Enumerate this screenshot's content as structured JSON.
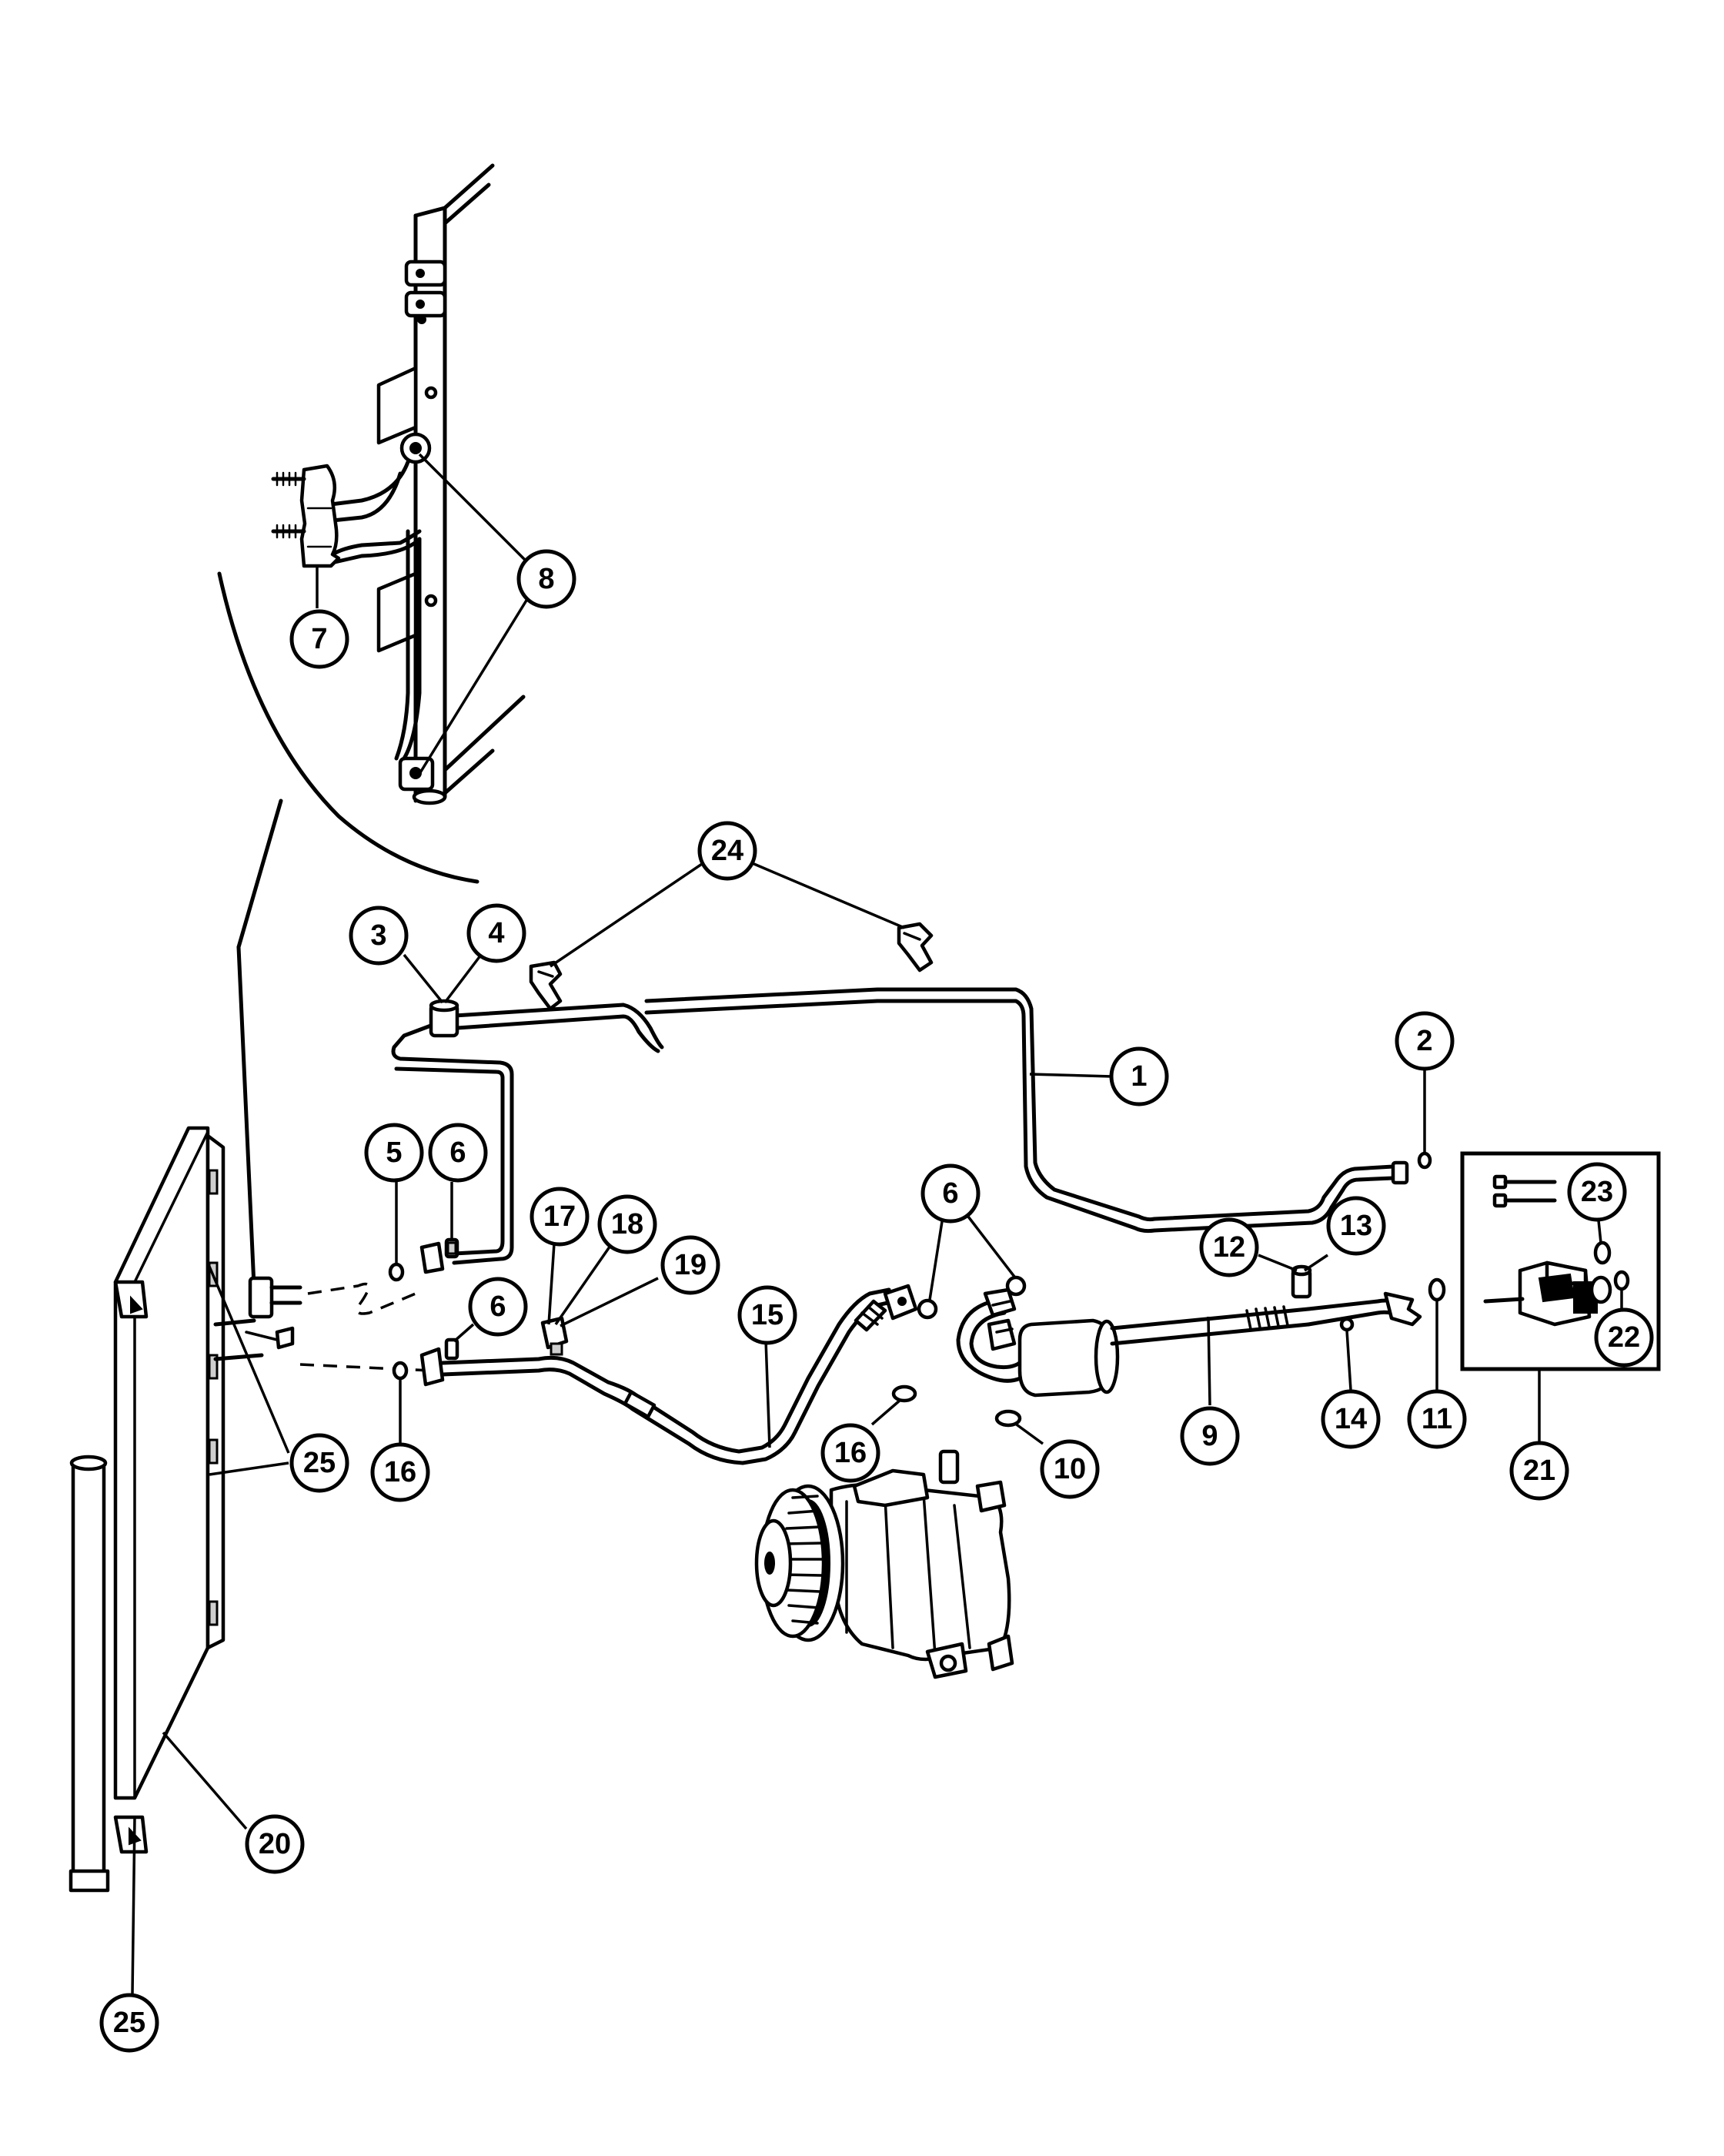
{
  "callouts": [
    {
      "id": "c1",
      "label": "1"
    },
    {
      "id": "c2",
      "label": "2"
    },
    {
      "id": "c3",
      "label": "3"
    },
    {
      "id": "c4",
      "label": "4"
    },
    {
      "id": "c5",
      "label": "5"
    },
    {
      "id": "c6a",
      "label": "6"
    },
    {
      "id": "c6b",
      "label": "6"
    },
    {
      "id": "c6c",
      "label": "6"
    },
    {
      "id": "c7",
      "label": "7"
    },
    {
      "id": "c8",
      "label": "8"
    },
    {
      "id": "c9",
      "label": "9"
    },
    {
      "id": "c10",
      "label": "10"
    },
    {
      "id": "c11",
      "label": "11"
    },
    {
      "id": "c12",
      "label": "12"
    },
    {
      "id": "c13",
      "label": "13"
    },
    {
      "id": "c14",
      "label": "14"
    },
    {
      "id": "c15",
      "label": "15"
    },
    {
      "id": "c16a",
      "label": "16"
    },
    {
      "id": "c16b",
      "label": "16"
    },
    {
      "id": "c17",
      "label": "17"
    },
    {
      "id": "c18",
      "label": "18"
    },
    {
      "id": "c19",
      "label": "19"
    },
    {
      "id": "c20",
      "label": "20"
    },
    {
      "id": "c21",
      "label": "21"
    },
    {
      "id": "c22",
      "label": "22"
    },
    {
      "id": "c23",
      "label": "23"
    },
    {
      "id": "c24",
      "label": "24"
    },
    {
      "id": "c25a",
      "label": "25"
    },
    {
      "id": "c25b",
      "label": "25"
    }
  ]
}
